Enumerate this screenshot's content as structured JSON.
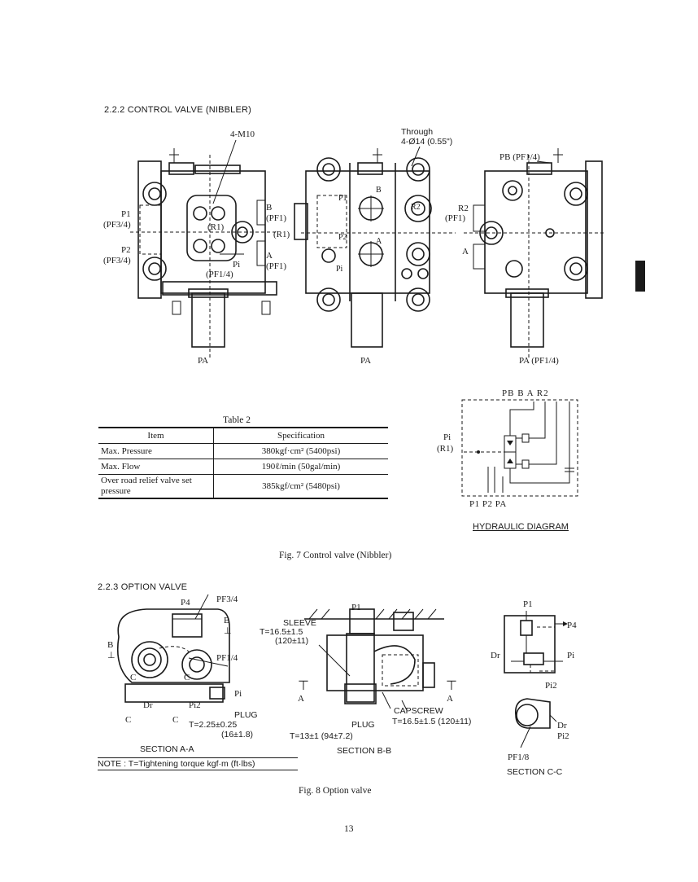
{
  "section_222": {
    "heading": "2.2.2 CONTROL VALVE (NIBBLER)"
  },
  "valve_labels": {
    "m10": "4-M10",
    "through": "Through",
    "through_dim": "4-Ø14 (0.55\")",
    "p1": "P1",
    "p1_pf": "(PF3/4)",
    "p2": "P2",
    "p2_pf": "(PF3/4)",
    "r1_inner": "(R1)",
    "b": "B",
    "b_pf": "(PF1)",
    "r1_mid": "(R1)",
    "a": "A",
    "a_pf": "(PF1)",
    "pi": "Pi",
    "pi_pf": "(PF1/4)",
    "pa_left": "PA",
    "pa_mid": "PA",
    "pa_right": "PA (PF1/4)",
    "mid_b": "B",
    "mid_a": "A",
    "mid_p1": "P1",
    "mid_p2": "P2",
    "mid_pi": "Pi",
    "mid_r2": "R2",
    "pb_pf": "PB (PF1/4)",
    "r2": "R2",
    "r2_pf": "(PF1)",
    "right_a": "A"
  },
  "table2": {
    "title": "Table 2",
    "headers": [
      "Item",
      "Specification"
    ],
    "rows": [
      [
        "Max. Pressure",
        "380kgf·cm² (5400psi)"
      ],
      [
        "Max. Flow",
        "190ℓ/min (50gal/min)"
      ],
      [
        "Over road relief valve set pressure",
        "385kgf/cm² (5480psi)"
      ]
    ]
  },
  "hydraulic": {
    "top_ports": "PB  B   A  R2",
    "pi": "Pi",
    "r1": "(R1)",
    "bottom_ports": "P1 P2 PA",
    "title": "HYDRAULIC DIAGRAM"
  },
  "fig7": {
    "caption": "Fig. 7   Control valve (Nibbler)"
  },
  "section_223": {
    "heading": "2.2.3 OPTION VALVE"
  },
  "option": {
    "p4": "P4",
    "pf34": "PF3/4",
    "b_right": "B",
    "b_left": "B",
    "pf14": "PF1/4",
    "c_top": "C",
    "c_mid": "C",
    "dr": "Dr",
    "pi2": "Pi2",
    "pi": "Pi",
    "c_bottom_left": "C",
    "c_bottom_mid": "C",
    "plug": "PLUG",
    "plug_torque": "T=2.25±0.25",
    "plug_torque_ftlbs": "(16±1.8)",
    "section_aa": "SECTION A-A",
    "note": "NOTE : T=Tightening torque kgf·m (ft·lbs)"
  },
  "section_bb": {
    "p1": "P1",
    "sleeve": "SLEEVE",
    "sleeve_torque": "T=16.5±1.5",
    "sleeve_ftlbs": "(120±11)",
    "a_left": "A",
    "a_right": "A",
    "capscrew": "CAPSCREW",
    "capscrew_torque": "T=16.5±1.5 (120±11)",
    "plug": "PLUG",
    "plug_torque": "T=13±1  (94±7.2)",
    "title": "SECTION B-B"
  },
  "section_cc": {
    "p1": "P1",
    "p4": "P4",
    "dr": "Dr",
    "pi": "Pi",
    "pi2": "Pi2",
    "dr2": "Dr",
    "pi2b": "Pi2",
    "pf18": "PF1/8",
    "title": "SECTION C-C"
  },
  "fig8": {
    "caption": "Fig. 8   Option valve"
  },
  "page_number": "13"
}
